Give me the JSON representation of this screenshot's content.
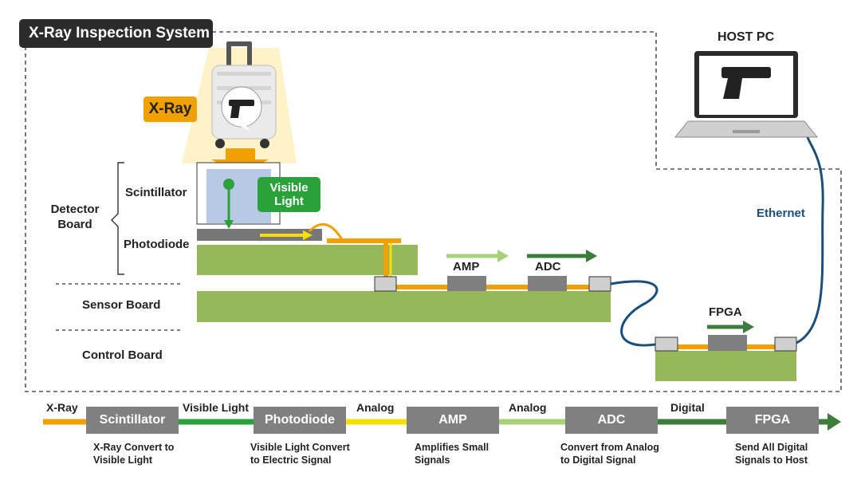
{
  "title": "X-Ray Inspection System",
  "host_pc": "HOST PC",
  "ethernet": "Ethernet",
  "xray_badge": "X-Ray",
  "visible_light_badge": "Visible Light",
  "detector_board": "Detector Board",
  "layers": {
    "scintillator": "Scintillator",
    "photodiode": "Photodiode",
    "sensor_board": "Sensor Board",
    "control_board": "Control Board"
  },
  "chips": {
    "amp": "AMP",
    "adc": "ADC",
    "fpga": "FPGA"
  },
  "flow": {
    "stages": [
      {
        "label": "Scintillator",
        "desc": "X-Ray Convert to Visible Light"
      },
      {
        "label": "Photodiode",
        "desc": "Visible Light Convert to Electric Signal"
      },
      {
        "label": "AMP",
        "desc": "Amplifies Small Signals"
      },
      {
        "label": "ADC",
        "desc": "Convert from Analog to Digital Signal"
      },
      {
        "label": "FPGA",
        "desc": "Send All Digital Signals to Host"
      }
    ],
    "links": [
      "X-Ray",
      "Visible Light",
      "Analog",
      "Analog",
      "Digital"
    ]
  },
  "colors": {
    "xray": "#f0a000",
    "visible_light": "#2aa13a",
    "analog": "#f5e000",
    "analog_light": "#a8d27a",
    "digital": "#3c7d3c",
    "board": "#96b85a",
    "ethernet": "#1a4f7a",
    "box": "#808080"
  },
  "icons": [
    "suitcase-icon",
    "handgun-icon",
    "laptop-icon"
  ]
}
